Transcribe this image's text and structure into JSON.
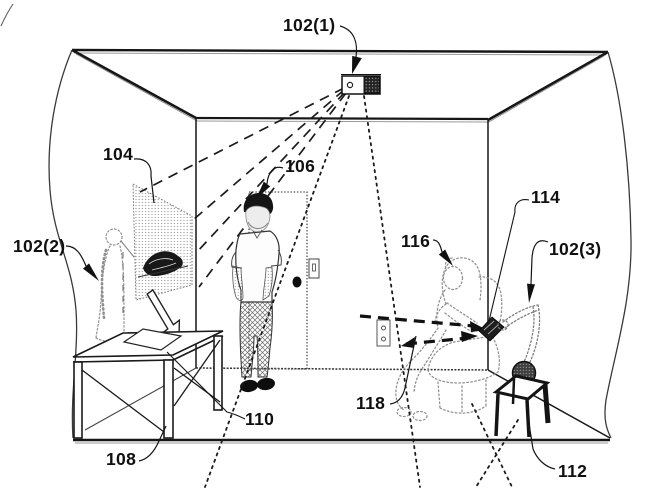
{
  "figure": {
    "kind": "patent-line-drawing",
    "description": "Room with ceiling-mounted augmented reality projector, wall projection, standing user, table, seated user in armchair with handheld display, and lamp-style nodes",
    "labels": {
      "arfn1": "102(1)",
      "arfn2": "102(2)",
      "arfn3": "102(3)",
      "screen": "104",
      "standing_user": "106",
      "table": "108",
      "table_item": "110",
      "stool": "112",
      "handheld": "114",
      "seated_user": "116",
      "beams": "118"
    },
    "colors": {
      "ink": "#101010",
      "paper": "#ffffff",
      "ghost": "#8f8f8f",
      "hatch": "#9a9a9a"
    }
  }
}
